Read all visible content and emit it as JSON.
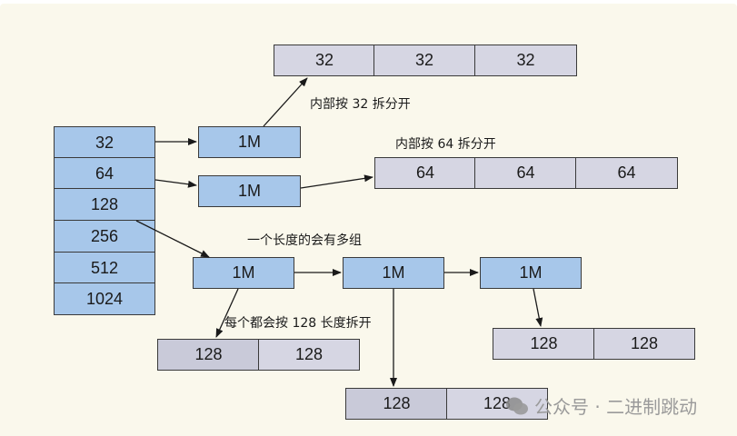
{
  "size_classes": {
    "items": [
      "32",
      "64",
      "128",
      "256",
      "512",
      "1024"
    ]
  },
  "chunks": {
    "c32": "1M",
    "c64": "1M",
    "c128_a": "1M",
    "c128_b": "1M",
    "c128_c": "1M"
  },
  "slices": {
    "s32": [
      "32",
      "32",
      "32"
    ],
    "s64": [
      "64",
      "64",
      "64"
    ],
    "s128_a": [
      "128",
      "128"
    ],
    "s128_b": [
      "128",
      "128"
    ],
    "s128_c": [
      "128",
      "128"
    ]
  },
  "annotations": {
    "split32": "内部按 32 拆分开",
    "split64": "内部按 64 拆分开",
    "multi_group": "一个长度的会有多组",
    "split128": "每个都会按 128 长度拆开"
  },
  "watermark": {
    "text": "公众号 · 二进制跳动",
    "icon": "wechat-icon"
  },
  "colors": {
    "background": "#faf8ec",
    "chunk_fill": "#a7c7ea",
    "slice_fill": "#d6d6e3",
    "border": "#3a3a3a"
  }
}
